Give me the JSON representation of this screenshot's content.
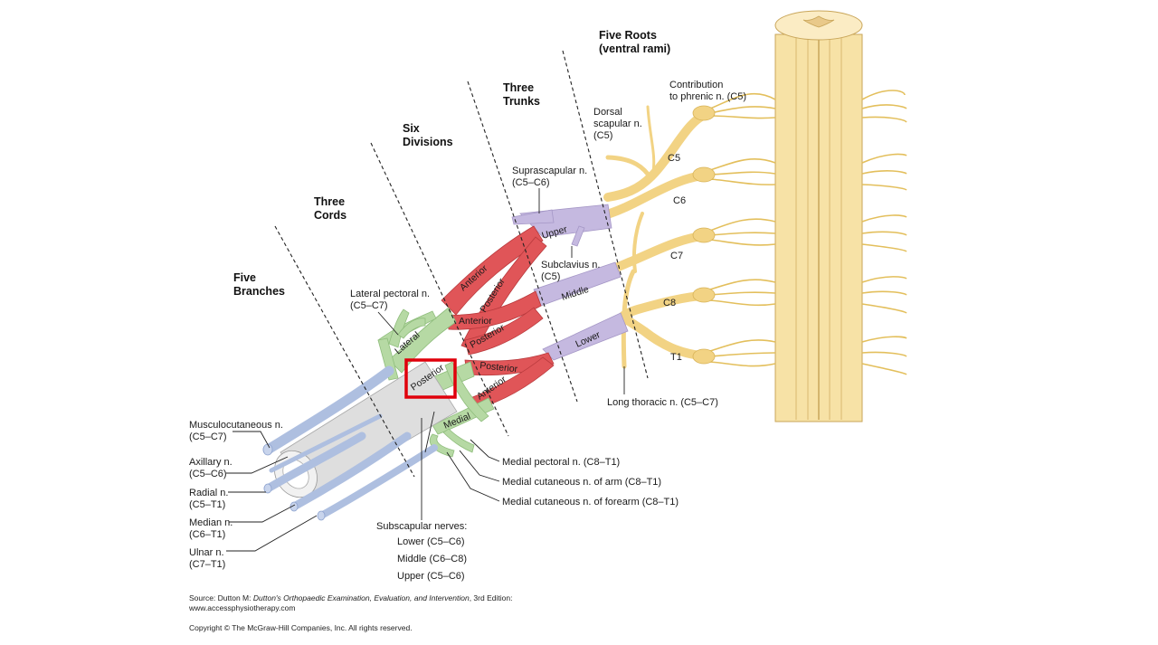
{
  "headers": {
    "roots_1": "Five Roots",
    "roots_2": "(ventral rami)",
    "trunks_1": "Three",
    "trunks_2": "Trunks",
    "divisions_1": "Six",
    "divisions_2": "Divisions",
    "cords_1": "Three",
    "cords_2": "Cords",
    "branches_1": "Five",
    "branches_2": "Branches"
  },
  "roots": [
    "C5",
    "C6",
    "C7",
    "C8",
    "T1"
  ],
  "trunks": {
    "upper": "Upper",
    "middle": "Middle",
    "lower": "Lower"
  },
  "divisions": {
    "anterior_upper": "Anterior",
    "posterior_upper": "Posterior",
    "anterior_middle": "Anterior",
    "posterior_middle": "Posterior",
    "posterior_lower": "Posterior",
    "anterior_lower": "Anterior"
  },
  "cords": {
    "lateral": "Lateral",
    "posterior": "Posterior",
    "medial": "Medial"
  },
  "labels": {
    "phrenic_1": "Contribution",
    "phrenic_2": "to phrenic n. (C5)",
    "dorsal_1": "Dorsal",
    "dorsal_2": "scapular n.",
    "dorsal_3": "(C5)",
    "suprascap_1": "Suprascapular n.",
    "suprascap_2": "(C5–C6)",
    "subclavius_1": "Subclavius n.",
    "subclavius_2": "(C5)",
    "lat_pect_1": "Lateral pectoral n.",
    "lat_pect_2": "(C5–C7)",
    "long_thoracic": "Long thoracic n. (C5–C7)",
    "med_pect": "Medial pectoral n. (C8–T1)",
    "med_cut_arm": "Medial cutaneous n. of arm (C8–T1)",
    "med_cut_forearm": "Medial cutaneous n. of forearm (C8–T1)",
    "musculo_1": "Musculocutaneous n.",
    "musculo_2": "(C5–C7)",
    "axillary_1": "Axillary n.",
    "axillary_2": "(C5–C6)",
    "radial_1": "Radial n.",
    "radial_2": "(C5–T1)",
    "median_1": "Median n.",
    "median_2": "(C6–T1)",
    "ulnar_1": "Ulnar n.",
    "ulnar_2": "(C7–T1)",
    "subscap_title": "Subscapular nerves:",
    "subscap_lower": "Lower (C5–C6)",
    "subscap_middle": "Middle (C6–C8)",
    "subscap_upper": "Upper (C5–C6)"
  },
  "footer": {
    "source_prefix": "Source: Dutton M: ",
    "source_title": "Dutton's Orthopaedic Examination, Evaluation, and Intervention",
    "source_suffix": ", 3rd Edition:",
    "url": "www.accessphysiotherapy.com",
    "copyright": "Copyright © The McGraw-Hill Companies, Inc. All rights reserved."
  },
  "colors": {
    "roots": "#f2d384",
    "roots_dark": "#d8b357",
    "spinal_cord": "#f7e2a6",
    "trunks": "#c5b9e0",
    "divisions": "#e05558",
    "cords": "#b6d9a4",
    "branches": "#aebfe0",
    "highlight": "#e0000b"
  }
}
